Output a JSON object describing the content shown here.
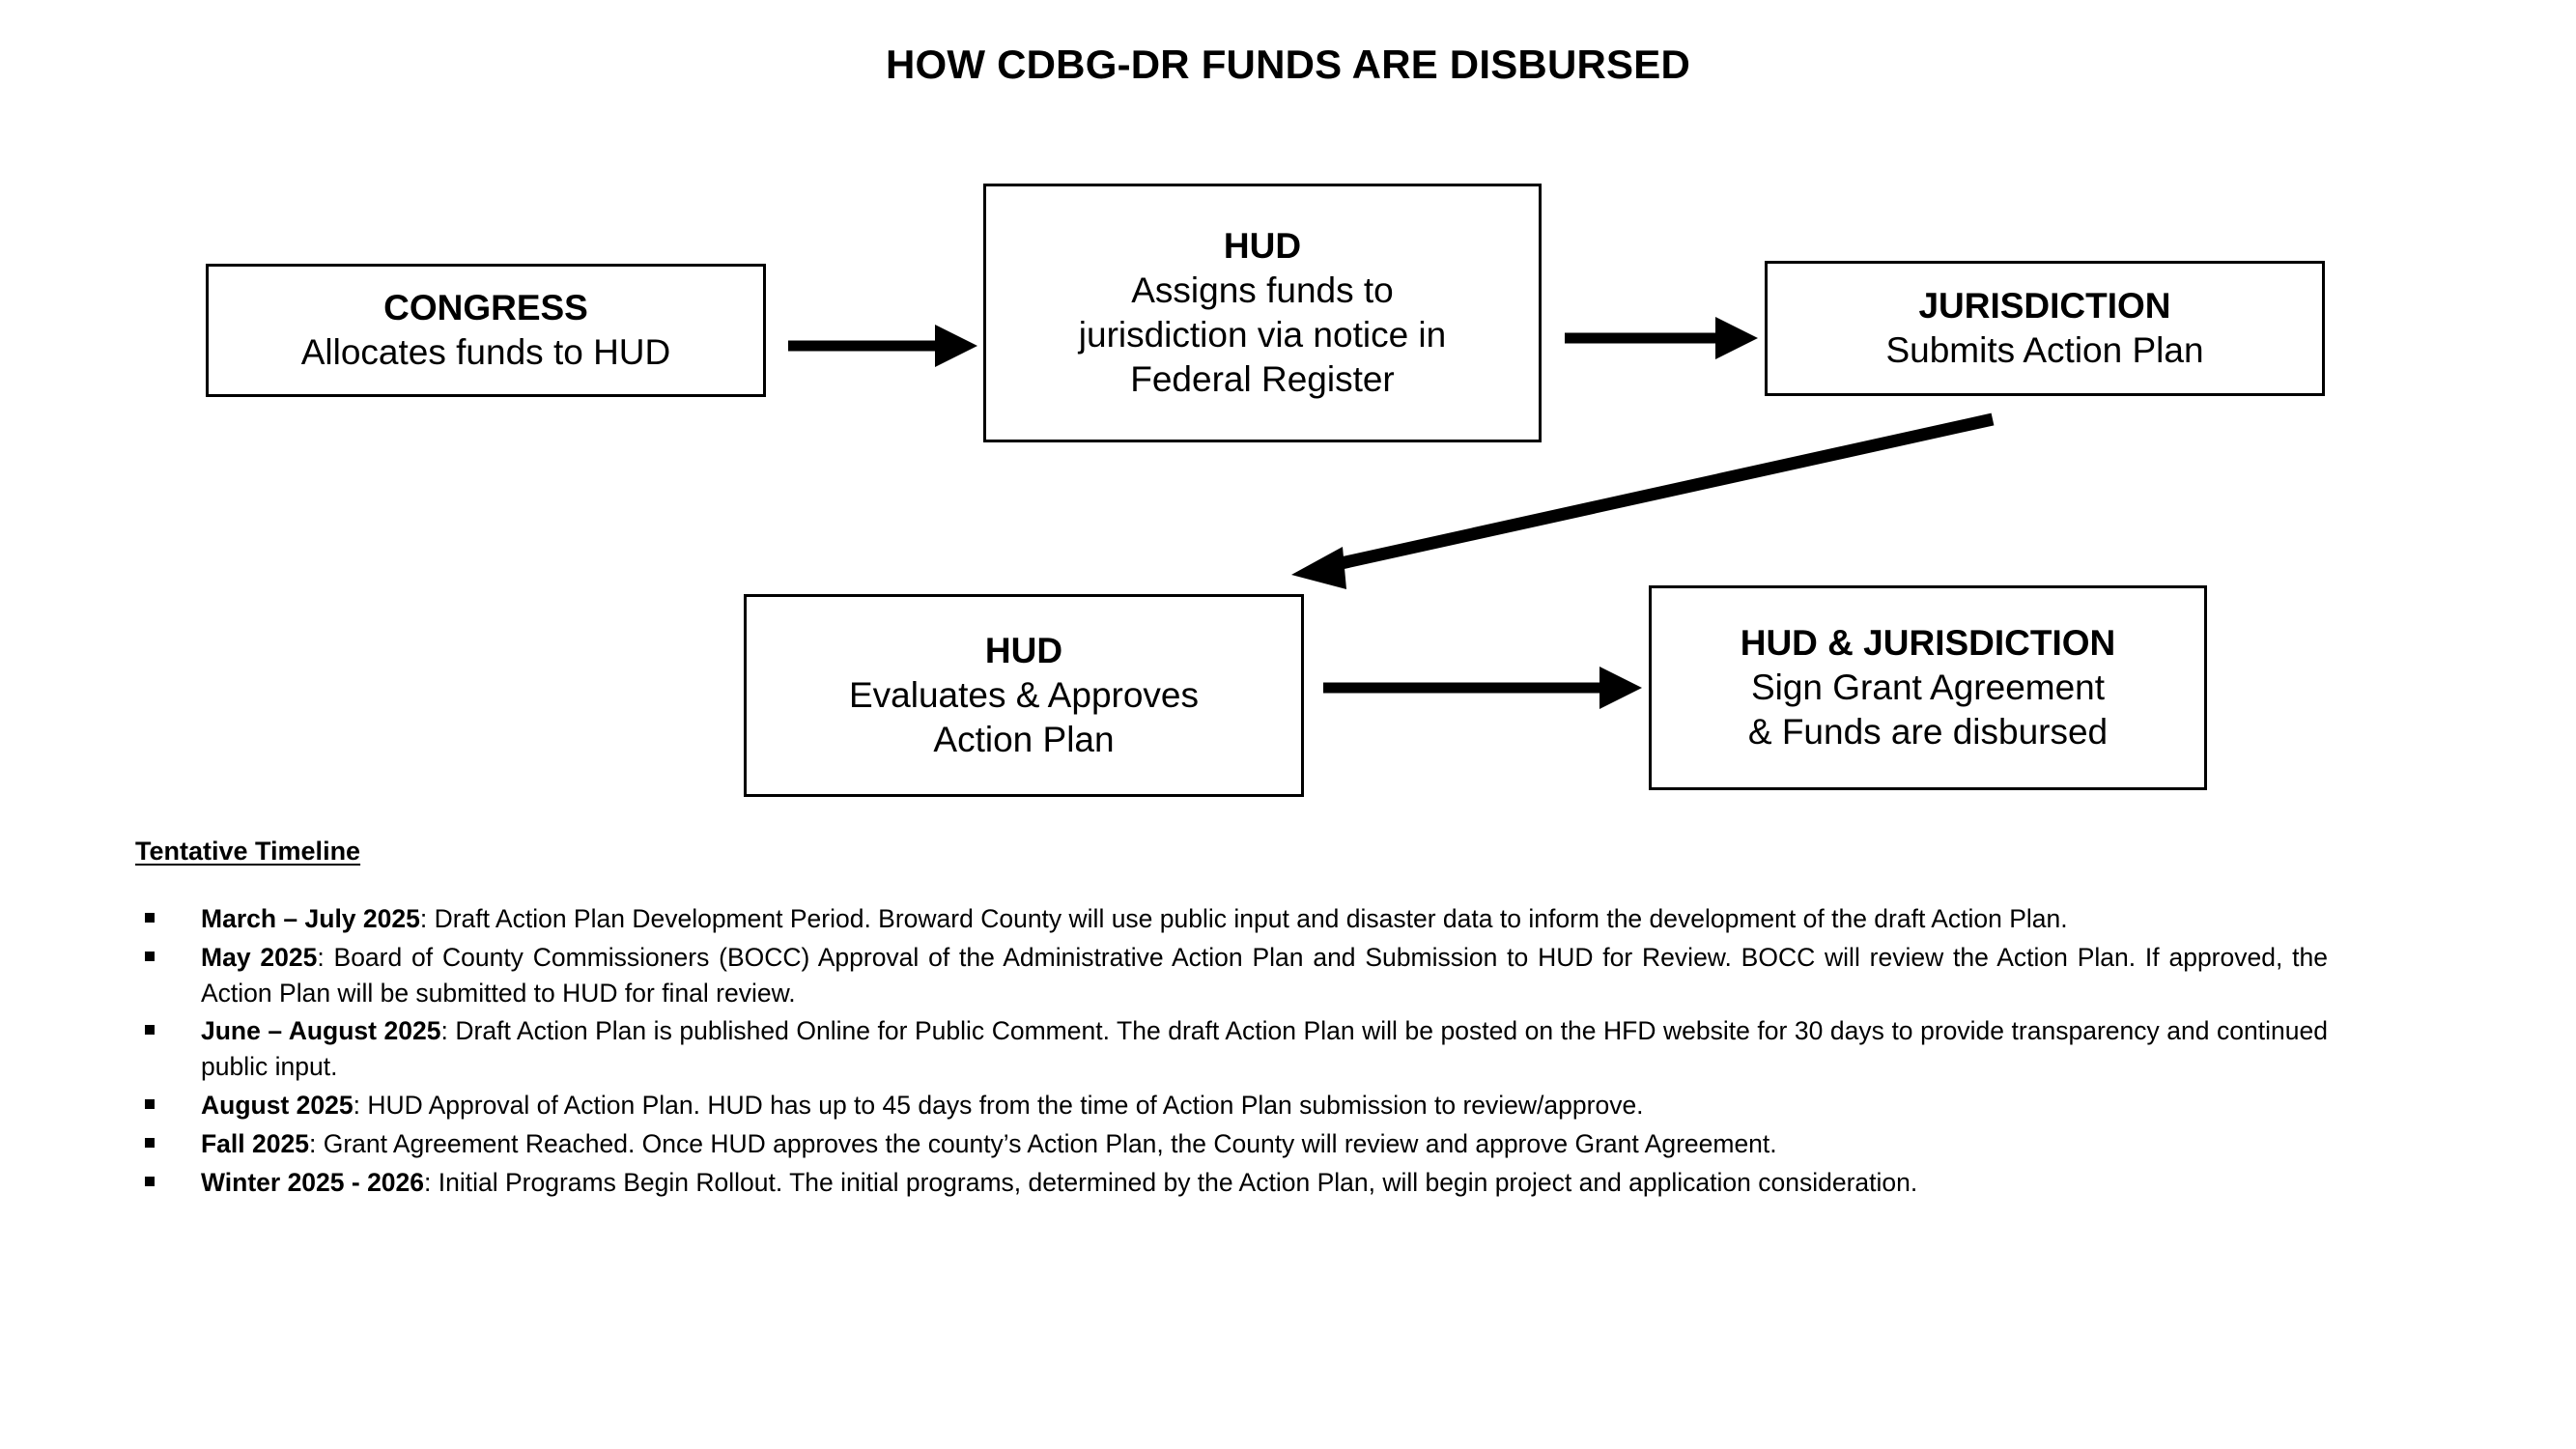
{
  "page": {
    "title": "HOW CDBG-DR FUNDS ARE DISBURSED"
  },
  "flowchart": {
    "boxes": [
      {
        "id": "congress",
        "heading": "CONGRESS",
        "lines": [
          "Allocates funds to HUD"
        ]
      },
      {
        "id": "hud-assign",
        "heading": "HUD",
        "lines": [
          "Assigns funds to",
          "jurisdiction via notice in",
          "Federal Register"
        ]
      },
      {
        "id": "jurisdiction",
        "heading": "JURISDICTION",
        "lines": [
          "Submits Action Plan"
        ]
      },
      {
        "id": "hud-eval",
        "heading": "HUD",
        "lines": [
          "Evaluates & Approves",
          "Action Plan"
        ]
      },
      {
        "id": "hud-juris",
        "heading": "HUD & JURISDICTION",
        "lines": [
          "Sign Grant Agreement",
          "& Funds are disbursed"
        ]
      }
    ],
    "connectors": [
      {
        "name": "congress-to-hud",
        "from": "congress",
        "to": "hud-assign",
        "direction": "right"
      },
      {
        "name": "hud-to-jurisdiction",
        "from": "hud-assign",
        "to": "jurisdiction",
        "direction": "right"
      },
      {
        "name": "jurisdiction-to-hud-eval",
        "from": "jurisdiction",
        "to": "hud-eval",
        "direction": "diagonal-down-left"
      },
      {
        "name": "hud-eval-to-hud-juris",
        "from": "hud-eval",
        "to": "hud-juris",
        "direction": "right"
      }
    ]
  },
  "timeline": {
    "heading": "Tentative Timeline",
    "bullet_glyph": "square",
    "items": [
      {
        "label": "March – July 2025",
        "separator": ": ",
        "text": "Draft Action Plan Development Period. Broward County will use public input and disaster data to inform the development of the draft Action Plan."
      },
      {
        "label": "May 2025",
        "separator": ":  ",
        "text": "Board of County Commissioners (BOCC) Approval of the Administrative Action Plan and Submission to HUD for Review. BOCC will review the Action Plan. If approved, the Action Plan will be submitted to HUD for final review."
      },
      {
        "label": "June – August 2025",
        "separator": ":  ",
        "text": "Draft Action Plan is published Online for Public Comment. The draft Action Plan will be posted on the HFD website for 30 days to provide transparency and continued public input."
      },
      {
        "label": "August  2025",
        "separator": ":  ",
        "text": "HUD Approval of Action Plan. HUD has up to 45 days from the time of Action Plan submission to review/approve."
      },
      {
        "label": "Fall 2025",
        "separator": ":  ",
        "text": "Grant Agreement Reached. Once HUD approves the county’s Action Plan, the  County will review and approve Grant Agreement."
      },
      {
        "label": "Winter 2025 - 2026",
        "separator": ":  ",
        "text": "Initial Programs Begin Rollout. The initial programs, determined by the Action Plan, will begin project and application consideration."
      }
    ]
  },
  "colors": {
    "background": "#ffffff",
    "text": "#000000",
    "box_border": "#000000",
    "arrow": "#000000"
  }
}
